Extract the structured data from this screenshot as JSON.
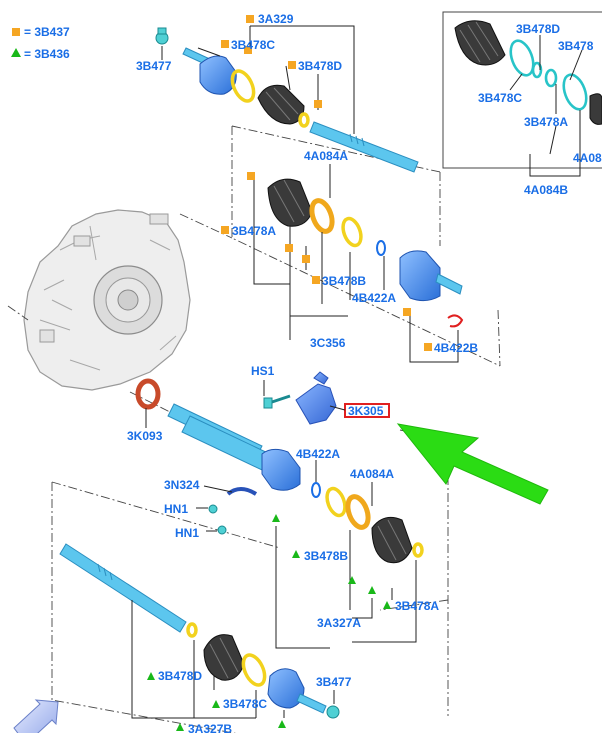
{
  "legend": {
    "square_label": "= 3B437",
    "triangle_label": "= 3B436",
    "square_color": "#f5a623",
    "triangle_color": "#19b819"
  },
  "labels": {
    "l_3a329": "3A329",
    "l_3b477_top": "3B477",
    "l_3b478c_top": "3B478C",
    "l_3b478d_top": "3B478D",
    "l_4a084a_top": "4A084A",
    "l_3b478a_top": "3B478A",
    "l_3b478b_top": "3B478B",
    "l_4b422a_top": "4B422A",
    "l_4b422b": "4B422B",
    "l_3c356": "3C356",
    "l_hs1": "HS1",
    "l_3k305": "3K305",
    "l_3k093": "3K093",
    "l_4b422a_mid": "4B422A",
    "l_4a084a_mid": "4A084A",
    "l_3n324": "3N324",
    "l_hn1_a": "HN1",
    "l_hn1_b": "HN1",
    "l_3b478b_mid": "3B478B",
    "l_3b478a_mid": "3B478A",
    "l_3a327a": "3A327A",
    "l_3b478d_bot": "3B478D",
    "l_3b478c_bot": "3B478C",
    "l_3b477_bot": "3B477",
    "l_3a327b": "3A327B",
    "inset_3b478d": "3B478D",
    "inset_3b478_partial": "3B478",
    "inset_3b478c": "3B478C",
    "inset_3b478a": "3B478A",
    "inset_4a08_partial": "4A08",
    "inset_4a084b": "4A084B"
  },
  "colors": {
    "label_text": "#1a6ee6",
    "highlight_box": "#e02020",
    "arrow": "#2bdc14",
    "shaft": "#5cc6ee"
  },
  "icons": {
    "nav_arrow": "arrow-icon"
  }
}
